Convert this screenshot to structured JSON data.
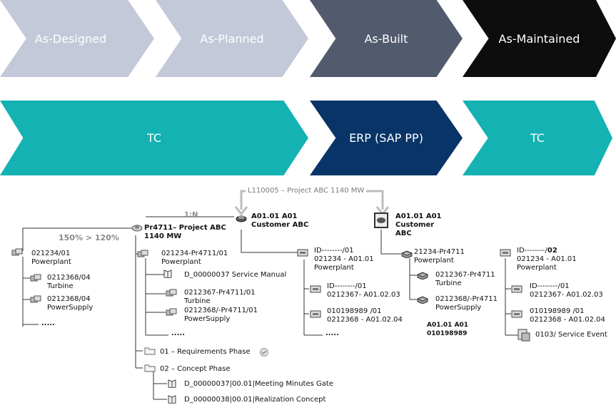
{
  "phases": [
    "As-Designed",
    "As-Planned",
    "As-Built",
    "As-Maintained"
  ],
  "systems": [
    "TC",
    "ERP (SAP PP)",
    "TC"
  ],
  "colors": {
    "designed": "#c4c9d9",
    "planned": "#c4c9d9",
    "built": "#525a6d",
    "maintained": "#0d0d0d",
    "tc": "#14b2b2",
    "erp": "#083468"
  },
  "tree": {
    "ebom": {
      "ratio": "150% > 120%",
      "root": "021234/01\nPowerplant",
      "c1": "0212368/04\nTurbine",
      "c2": "0212368/04\nPowerSupply",
      "more": "....."
    },
    "mbom": {
      "link": "1:N",
      "root": "Pr4711– Project ABC\n1140 MW",
      "pp": "021234-Pr4711/01\nPowerplant",
      "doc": "D_00000037 Service Manual",
      "c1": "0212367-Pr4711/01\nTurbine",
      "c2": "0212368/-Pr4711/01\nPowerSupply",
      "more": ".....",
      "f1": "01 – Requirements Phase",
      "f2": "02 – Concept Phase",
      "d1": "D_00000037|00.01|Meeting Minutes Gate",
      "d2": "D_00000038|00.01|Realization Concept"
    },
    "project_link": "L110005 – Project ABC 1140 MW",
    "built": {
      "root": "A01.01 A01\nCustomer ABC",
      "pp": "ID--------/01\n021234 - A01.01\nPowerplant",
      "c1": "ID--------/01\n0212367- A01.02.03",
      "c2": "010198989 /01\n0212368 - A01.02.04",
      "more": "....."
    },
    "erp": {
      "root": "A01.01 A01\nCustomer\nABC",
      "pp": "21234-Pr4711\nPowerplant",
      "c1": "0212367-Pr4711\nTurbine",
      "c2": "0212368/-Pr4711\nPowerSupply",
      "serial": "A01.01 A01\n010198989"
    },
    "maint": {
      "pp_id": "ID--------/",
      "pp_rev": "02",
      "pp": "021234 - A01.01\nPowerplant",
      "c1": "ID--------/01\n0212367- A01.02.03",
      "c2": "010198989 /01\n0212368 - A01.02.04",
      "event": "0103/ Service Event"
    }
  }
}
